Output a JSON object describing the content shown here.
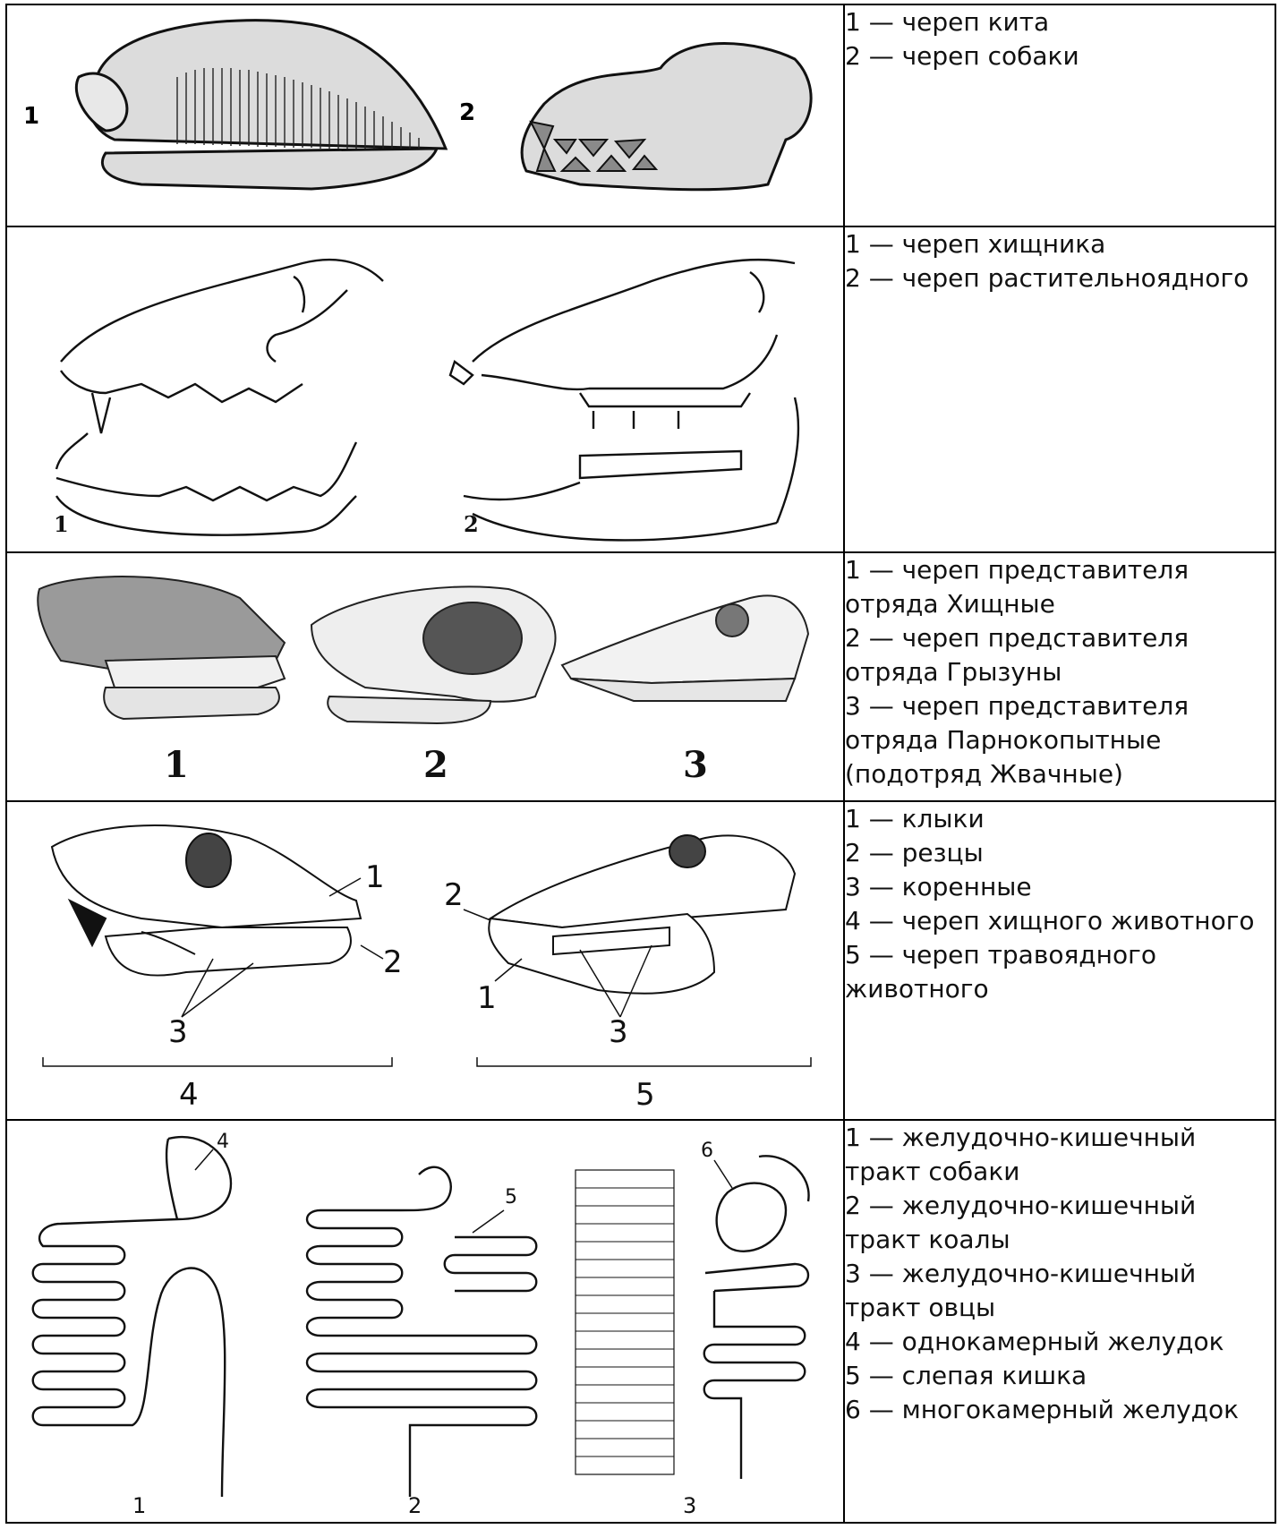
{
  "rows": [
    {
      "image_labels": [
        "1",
        "2"
      ],
      "caption_lines": [
        "1 — череп кита",
        "2 — череп собаки"
      ]
    },
    {
      "image_labels": [
        "1",
        "2"
      ],
      "caption_lines": [
        "1 — череп хищника",
        "2 — череп растительноядного"
      ]
    },
    {
      "image_labels": [
        "1",
        "2",
        "3"
      ],
      "caption_lines": [
        "1 — череп представителя",
        "отряда Хищные",
        "2 — череп представителя",
        "отряда Грызуны",
        "3 — череп представителя",
        "отряда Парнокопытные",
        "(подотряд Жвачные)"
      ]
    },
    {
      "image_labels": [
        "1",
        "2",
        "3",
        "4",
        "2",
        "1",
        "3",
        "5"
      ],
      "caption_lines": [
        "1 — клыки",
        "2 — резцы",
        "3 — коренные",
        "4 — череп хищного животного",
        "5 — череп травоядного",
        "животного"
      ]
    },
    {
      "image_labels": [
        "4",
        "5",
        "6",
        "1",
        "2",
        "3"
      ],
      "caption_lines": [
        "1 — желудочно-кишечный",
        "тракт собаки",
        "2 — желудочно-кишечный",
        "тракт коалы",
        "3 — желудочно-кишечный",
        "тракт овцы",
        "4 — однокамерный желудок",
        "5 — слепая кишка",
        "6 — многокамерный желудок"
      ]
    }
  ]
}
